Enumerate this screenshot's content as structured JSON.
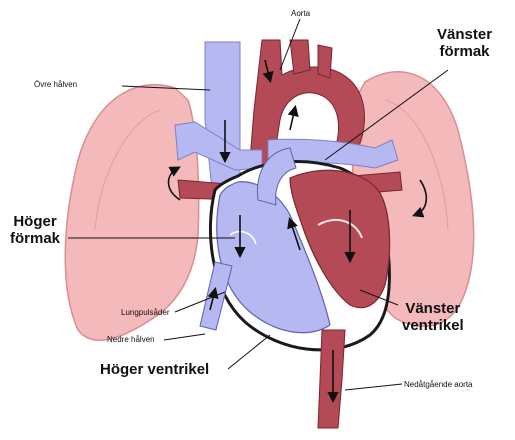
{
  "labels": {
    "aorta": "Aorta",
    "ovre_halven": "Övre hålven",
    "vanster_formak": [
      "Vänster",
      "förmak"
    ],
    "hoger_formak": [
      "Höger",
      "förmak"
    ],
    "lungpulsader": "Lungpulsåder",
    "nedre_halven": "Nedre hålven",
    "vanster_ventrikel": [
      "Vänster",
      "ventrikel"
    ],
    "hoger_ventrikel": "Höger ventrikel",
    "nedatgaende_aorta": "Nedåtgående aorta"
  },
  "colors": {
    "lung": "#f4b9bb",
    "lung_outline": "#d98e92",
    "deoxygenated": "#b6b8f2",
    "oxygenated": "#b34a55",
    "outline": "#1a1a1a"
  }
}
